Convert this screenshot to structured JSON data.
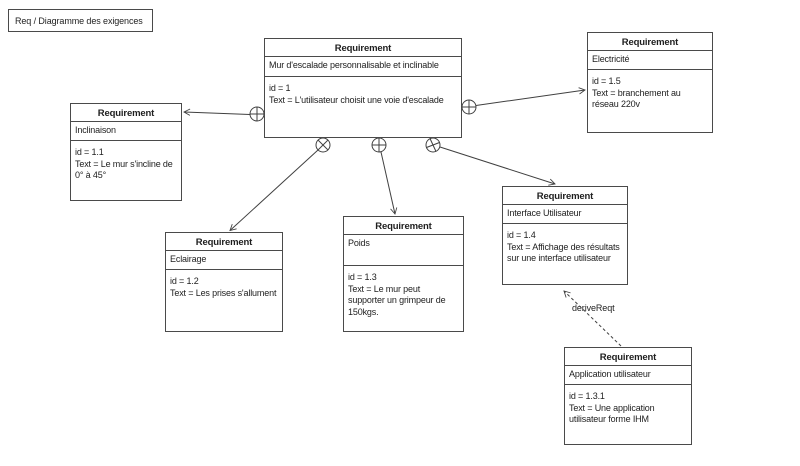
{
  "frame": {
    "label": "Req / Diagramme des exigences"
  },
  "requirements": {
    "mur": {
      "header": "Requirement",
      "name": "Mur d'escalade personnalisable et inclinable",
      "body": "id = 1\nText = L'utilisateur choisit une voie d'escalade"
    },
    "electricite": {
      "header": "Requirement",
      "name": "Electricité",
      "body": "id = 1.5\nText = branchement au réseau 220v"
    },
    "inclinaison": {
      "header": "Requirement",
      "name": "Inclinaison",
      "body": "id = 1.1\nText = Le mur s'incline de 0° à 45°"
    },
    "eclairage": {
      "header": "Requirement",
      "name": "Eclairage",
      "body": "id = 1.2\nText = Les prises s'allument"
    },
    "poids": {
      "header": "Requirement",
      "name": "Poids",
      "body": "id = 1.3\nText = Le mur peut supporter un grimpeur de 150kgs."
    },
    "interface": {
      "header": "Requirement",
      "name": "Interface Utilisateur",
      "body": "id = 1.4\nText = Affichage des résultats sur une interface utilisateur"
    },
    "application": {
      "header": "Requirement",
      "name": "Application utilisateur",
      "body": "id = 1.3.1\nText = Une application utilisateur forme IHM"
    }
  },
  "connectors": {
    "derive_label": "deriveReqt",
    "edges": [
      {
        "from": "mur",
        "to": "inclinaison",
        "type": "containment"
      },
      {
        "from": "mur",
        "to": "electricite",
        "type": "containment"
      },
      {
        "from": "mur",
        "to": "eclairage",
        "type": "containment"
      },
      {
        "from": "mur",
        "to": "poids",
        "type": "containment"
      },
      {
        "from": "mur",
        "to": "interface",
        "type": "containment"
      },
      {
        "from": "application",
        "to": "interface",
        "type": "deriveReqt"
      }
    ]
  },
  "colors": {
    "line": "#404040",
    "border": "#4a4a4a",
    "background": "#ffffff",
    "text": "#1e1e1e"
  }
}
